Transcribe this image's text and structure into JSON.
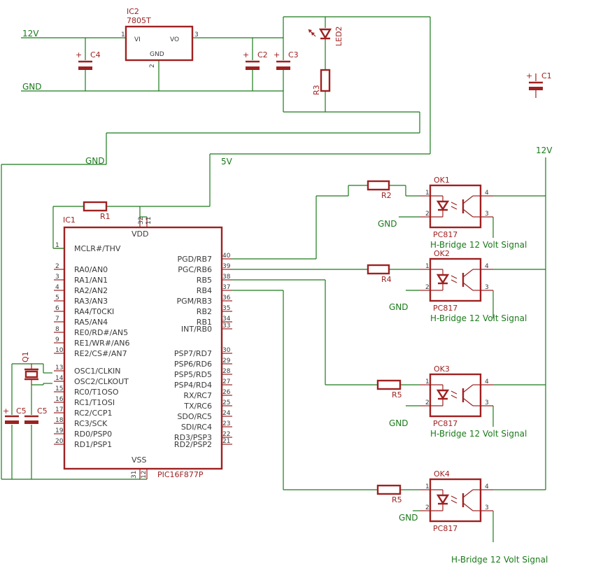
{
  "regulator": {
    "name": "IC2",
    "value": "7805T",
    "vi": "VI",
    "vo": "VO",
    "gnd": "GND",
    "pin_in": "1",
    "pin_gnd": "2",
    "pin_out": "3"
  },
  "caps": {
    "c1": "C1",
    "c2": "C2",
    "c3": "C3",
    "c4": "C4",
    "c5a": "C5",
    "c5b": "C5",
    "plus": "+"
  },
  "led": {
    "name": "LED2"
  },
  "resistors": {
    "r1": "R1",
    "r2": "R2",
    "r3": "R3",
    "r4": "R4",
    "r5a": "R5",
    "r5b": "R5"
  },
  "crystal": {
    "name": "Q1"
  },
  "nets": {
    "v12_top": "12V",
    "gnd_top": "GND",
    "gnd_mid": "GND",
    "v5": "5V",
    "v12_right": "12V",
    "gnd_ok1": "GND",
    "gnd_ok2": "GND",
    "gnd_ok3": "GND",
    "gnd_ok4": "GND"
  },
  "mcu": {
    "name": "IC1",
    "value": "PIC16F877P",
    "vdd": "VDD",
    "vss": "VSS",
    "vdd_pins": [
      "32",
      "11"
    ],
    "vss_pins": [
      "31",
      "12"
    ],
    "left_pins": [
      {
        "num": "1",
        "label": "MCLR#/THV"
      },
      {
        "num": "2",
        "label": "RA0/AN0"
      },
      {
        "num": "3",
        "label": "RA1/AN1"
      },
      {
        "num": "4",
        "label": "RA2/AN2"
      },
      {
        "num": "5",
        "label": "RA3/AN3"
      },
      {
        "num": "6",
        "label": "RA4/T0CKI"
      },
      {
        "num": "7",
        "label": "RA5/AN4"
      },
      {
        "num": "8",
        "label": "RE0/RD#/AN5"
      },
      {
        "num": "9",
        "label": "RE1/WR#/AN6"
      },
      {
        "num": "10",
        "label": "RE2/CS#/AN7"
      },
      {
        "num": "13",
        "label": "OSC1/CLKIN"
      },
      {
        "num": "14",
        "label": "OSC2/CLKOUT"
      },
      {
        "num": "15",
        "label": "RC0/T1OSO"
      },
      {
        "num": "16",
        "label": "RC1/T1OSI"
      },
      {
        "num": "17",
        "label": "RC2/CCP1"
      },
      {
        "num": "18",
        "label": "RC3/SCK"
      },
      {
        "num": "19",
        "label": "RD0/PSP0"
      },
      {
        "num": "20",
        "label": "RD1/PSP1"
      }
    ],
    "right_pins": [
      {
        "num": "40",
        "label": "PGD/RB7"
      },
      {
        "num": "39",
        "label": "PGC/RB6"
      },
      {
        "num": "38",
        "label": "RB5"
      },
      {
        "num": "37",
        "label": "RB4"
      },
      {
        "num": "36",
        "label": "PGM/RB3"
      },
      {
        "num": "35",
        "label": "RB2"
      },
      {
        "num": "34",
        "label": "RB1"
      },
      {
        "num": "33",
        "label": "INT/RB0"
      },
      {
        "num": "30",
        "label": "PSP7/RD7"
      },
      {
        "num": "29",
        "label": "PSP6/RD6"
      },
      {
        "num": "28",
        "label": "PSP5/RD5"
      },
      {
        "num": "27",
        "label": "PSP4/RD4"
      },
      {
        "num": "26",
        "label": "RX/RC7"
      },
      {
        "num": "25",
        "label": "TX/RC6"
      },
      {
        "num": "24",
        "label": "SDO/RC5"
      },
      {
        "num": "23",
        "label": "SDI/RC4"
      },
      {
        "num": "22",
        "label": "RD3/PSP3"
      },
      {
        "num": "21",
        "label": "RD2/PSP2"
      }
    ]
  },
  "optos": [
    {
      "name": "OK1",
      "value": "PC817",
      "signal": "H-Bridge 12 Volt Signal",
      "pins": [
        "1",
        "2",
        "3",
        "4"
      ]
    },
    {
      "name": "OK2",
      "value": "PC817",
      "signal": "H-Bridge 12 Volt Signal",
      "pins": [
        "1",
        "2",
        "3",
        "4"
      ]
    },
    {
      "name": "OK3",
      "value": "PC817",
      "signal": "H-Bridge 12 Volt Signal",
      "pins": [
        "1",
        "2",
        "3",
        "4"
      ]
    },
    {
      "name": "OK4",
      "value": "PC817",
      "signal": "H-Bridge 12 Volt Signal",
      "pins": [
        "1",
        "2",
        "3",
        "4"
      ]
    }
  ]
}
